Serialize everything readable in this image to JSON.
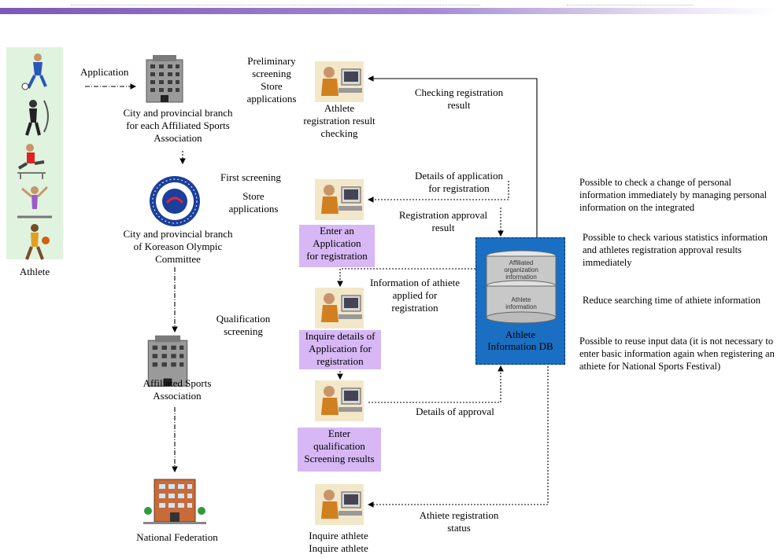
{
  "nodes": {
    "athlete": "Athlete",
    "city_branch_assoc": "City and provincial branch\nfor each Affiliated Sports\nAssociation",
    "city_branch_koc": "City and provincial branch\nof Koreason Olympic\nCommittee",
    "affiliated_assoc": "Affiliated Sports\nAssociation",
    "national_federation": "National Federation",
    "athlete_check": "Athlete\nregistration result\nchecking",
    "enter_application": "Enter an\nApplication\nfor registration",
    "inquire_details": "Inquire details of\nApplication for\nregistration",
    "enter_qualification": "Enter\nqualification\nScreening results",
    "inquire_athlete": "Inquire athlete\nInquire athlete",
    "db_name": "Athlete\nInformation DB",
    "db_segment_top": "Affiliated\norganization\ninformation",
    "db_segment_bottom": "Athlete\ninformation"
  },
  "edges": {
    "application": "Application",
    "preliminary": "Preliminary\nscreening\nStore\napplications",
    "first_screening": "First screening",
    "store_applications": "Store\napplications",
    "qualification": "Qualification\nscreening",
    "checking_result": "Checking registration\nresult",
    "details_application": "Details of application\nfor registration",
    "approval_result": "Registration approval\nresult",
    "info_applied": "Information of athiete\napplied for\nregistration",
    "details_approval": "Details of approval",
    "registration_status": "Athiete registration\nstatus"
  },
  "notes": [
    "Possible to check a change of personal information immediately by managing personal information on the integrated",
    "Possible to check various statistics information and athletes registration approval results immediately",
    "Reduce searching time of athiete information",
    "Possible to reuse input data (it is not necessary to enter basic information again when registering an athiete for National Sports Festival)"
  ],
  "icons": {
    "building": "office-building-icon",
    "emblem": "olympic-committee-emblem-icon",
    "person_computer": "person-at-computer-icon",
    "federation": "federation-building-icon",
    "database": "database-cylinder-icon"
  },
  "colors": {
    "purple_box": "#d7b8f5",
    "db_box": "#1a6fc2",
    "athlete_panel": "#dff3df",
    "header_bar": "#7d58b8"
  }
}
